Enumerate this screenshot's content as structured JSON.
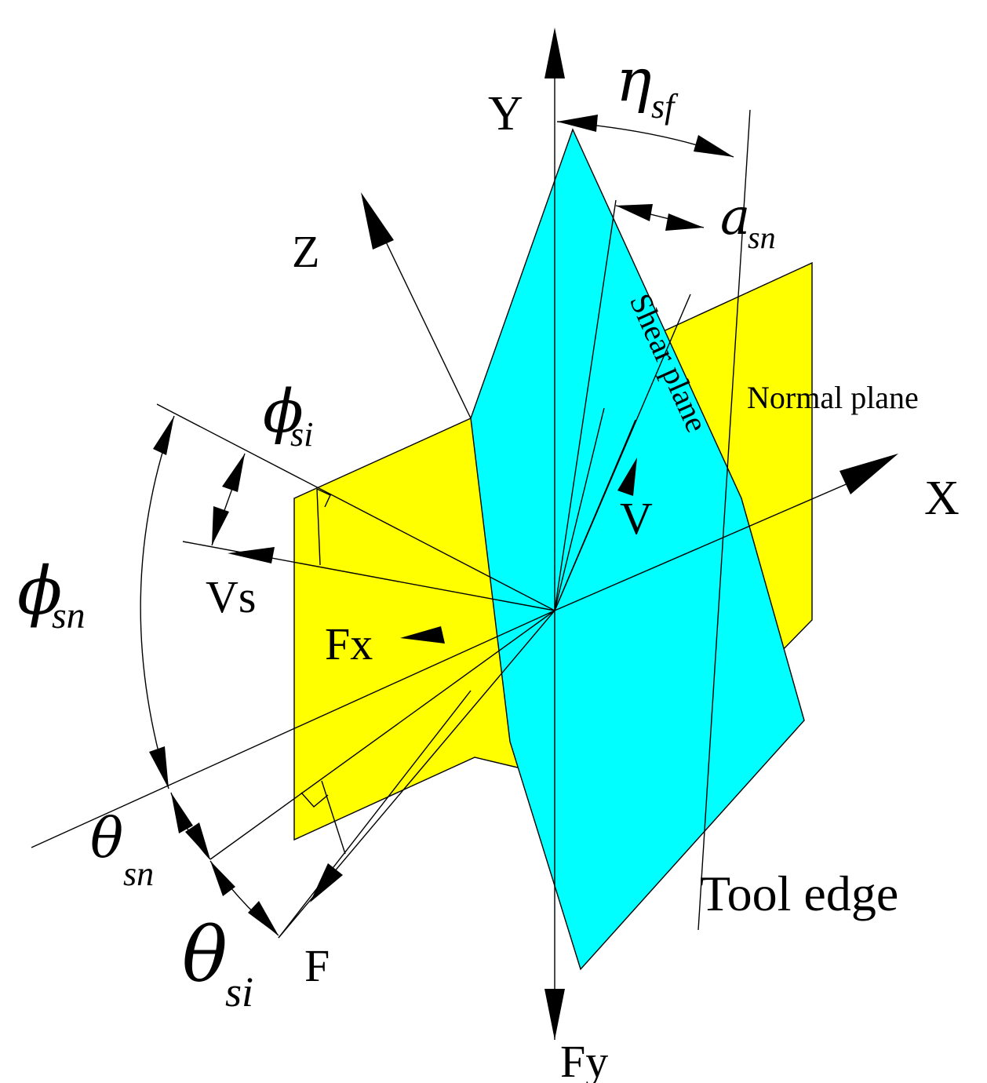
{
  "colors": {
    "normal_plane": "#FFFF00",
    "shear_plane": "#00FFFF",
    "line": "#000000",
    "background": "#FFFFFF"
  },
  "axes": {
    "x": "X",
    "y": "Y",
    "z": "Z"
  },
  "planes": {
    "normal": "Normal plane",
    "shear": "Shear plane"
  },
  "vectors": {
    "v": "V",
    "vs": "Vs",
    "fx": "Fx",
    "fy": "Fy",
    "f": "F"
  },
  "tool_edge": "Tool edge",
  "angles": {
    "eta_sf": {
      "symbol": "η",
      "sub": "sf"
    },
    "alpha_sn": {
      "symbol": "a",
      "sub": "sn"
    },
    "phi_si": {
      "symbol": "ϕ",
      "sub": "si"
    },
    "phi_sn": {
      "symbol": "ϕ",
      "sub": "sn"
    },
    "theta_sn": {
      "symbol": "θ",
      "sub": "sn"
    },
    "theta_si": {
      "symbol": "θ",
      "sub": "si"
    }
  }
}
